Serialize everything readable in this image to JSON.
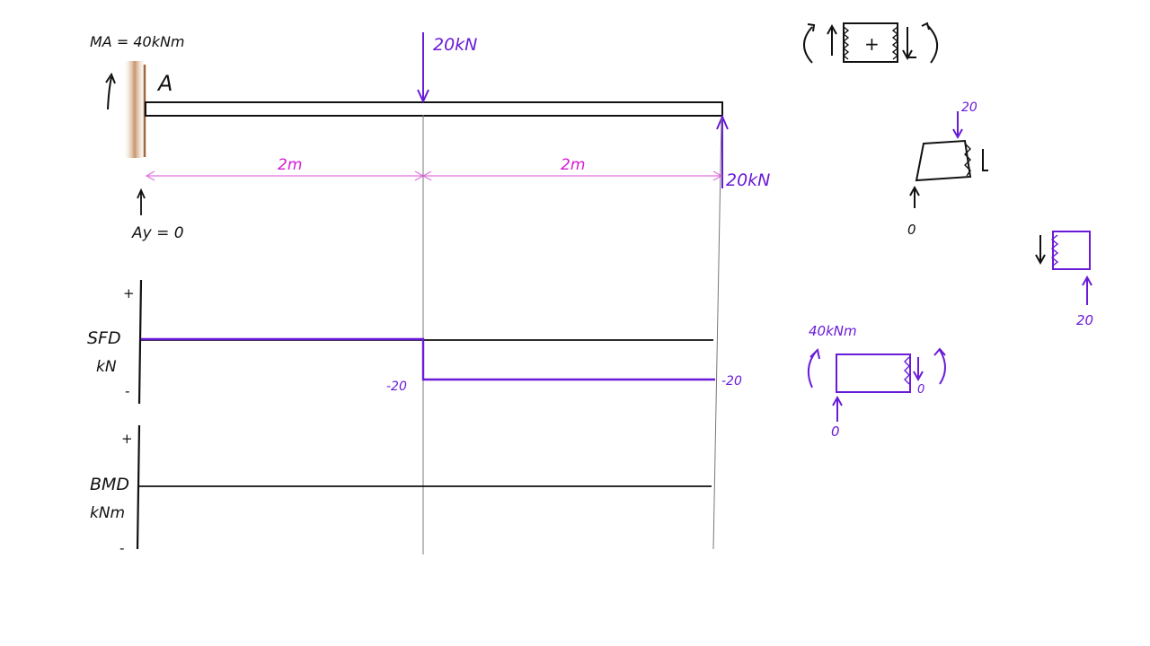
{
  "beam": {
    "moment_label": "MA = 40kNm",
    "support_label": "A",
    "reaction_label": "Ay = 0"
  },
  "loads": {
    "mid_load": "20kN",
    "end_load": "20kN"
  },
  "dimensions": {
    "left_span": "2m",
    "right_span": "2m"
  },
  "sfd": {
    "title": "SFD",
    "unit": "kN",
    "plus": "+",
    "minus": "-",
    "value_mid": "-20",
    "value_end": "-20"
  },
  "bmd": {
    "title": "BMD",
    "unit": "kNm",
    "plus": "+",
    "minus": "-"
  },
  "sign_convention": {
    "box_sign": "+"
  },
  "fbd_cut_1": {
    "top_force": "20",
    "bottom_force": "0"
  },
  "fbd_cut_2": {
    "bottom_force": "20"
  },
  "fbd_cut_3": {
    "moment": "40kNm",
    "bottom_force": "0",
    "right_force": "0"
  },
  "colors": {
    "ink_black": "#111111",
    "ink_purple": "#6a1bd8",
    "ink_magenta": "#d61ad6",
    "wall": "#c8956a"
  }
}
